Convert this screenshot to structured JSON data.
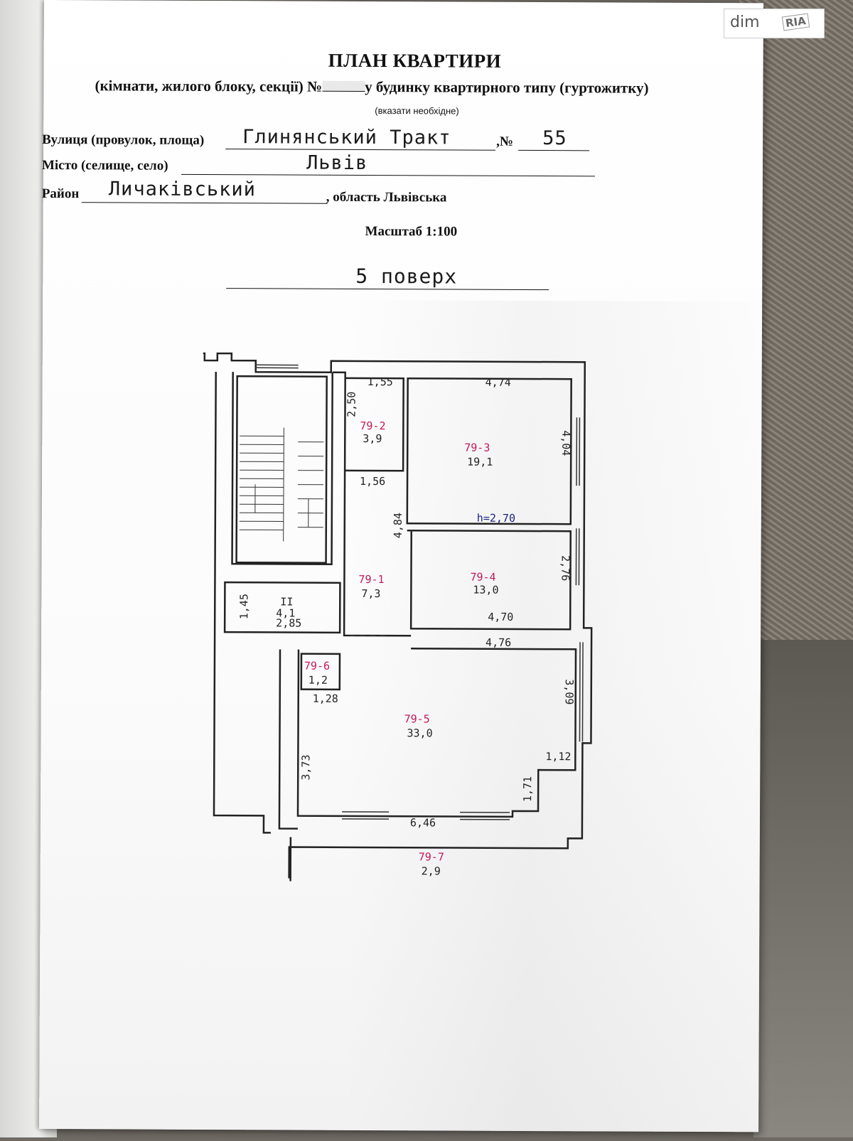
{
  "watermark": {
    "brand": "dim",
    "mark": "RIA"
  },
  "header": {
    "title": "ПЛАН КВАРТИРИ",
    "subtitle_left": "(кімнати, жилого блоку, секції) №",
    "subtitle_right": "у будинку квартирного типу (гуртожитку)",
    "hint": "(вказати необхідне)"
  },
  "address": {
    "street_label": "Вулиця (провулок, площа)",
    "street_value": "Глинянський Тракт",
    "number_label": ",№",
    "number_value": "55",
    "city_label": "Місто (селище, село)",
    "city_value": "Львів",
    "district_label": "Район",
    "district_value": "Личаківський",
    "region_text": ", область Львівська"
  },
  "scale": "Масштаб 1:100",
  "floor": "5 поверх",
  "plan": {
    "height_note": "h=2,70",
    "rooms": [
      {
        "id": "79-1",
        "area": "7,3"
      },
      {
        "id": "79-2",
        "area": "3,9"
      },
      {
        "id": "79-3",
        "area": "19,1"
      },
      {
        "id": "79-4",
        "area": "13,0"
      },
      {
        "id": "79-5",
        "area": "33,0"
      },
      {
        "id": "79-6",
        "area": "1,2"
      },
      {
        "id": "79-7",
        "area": "2,9"
      },
      {
        "id": "II",
        "area": "4,1"
      }
    ],
    "dimensions": [
      "1,55",
      "4,74",
      "2,50",
      "4,04",
      "1,56",
      "4,84",
      "2,76",
      "4,70",
      "4,76",
      "1,45",
      "2,85",
      "1,28",
      "3,09",
      "1,12",
      "3,73",
      "1,71",
      "6,46"
    ]
  }
}
